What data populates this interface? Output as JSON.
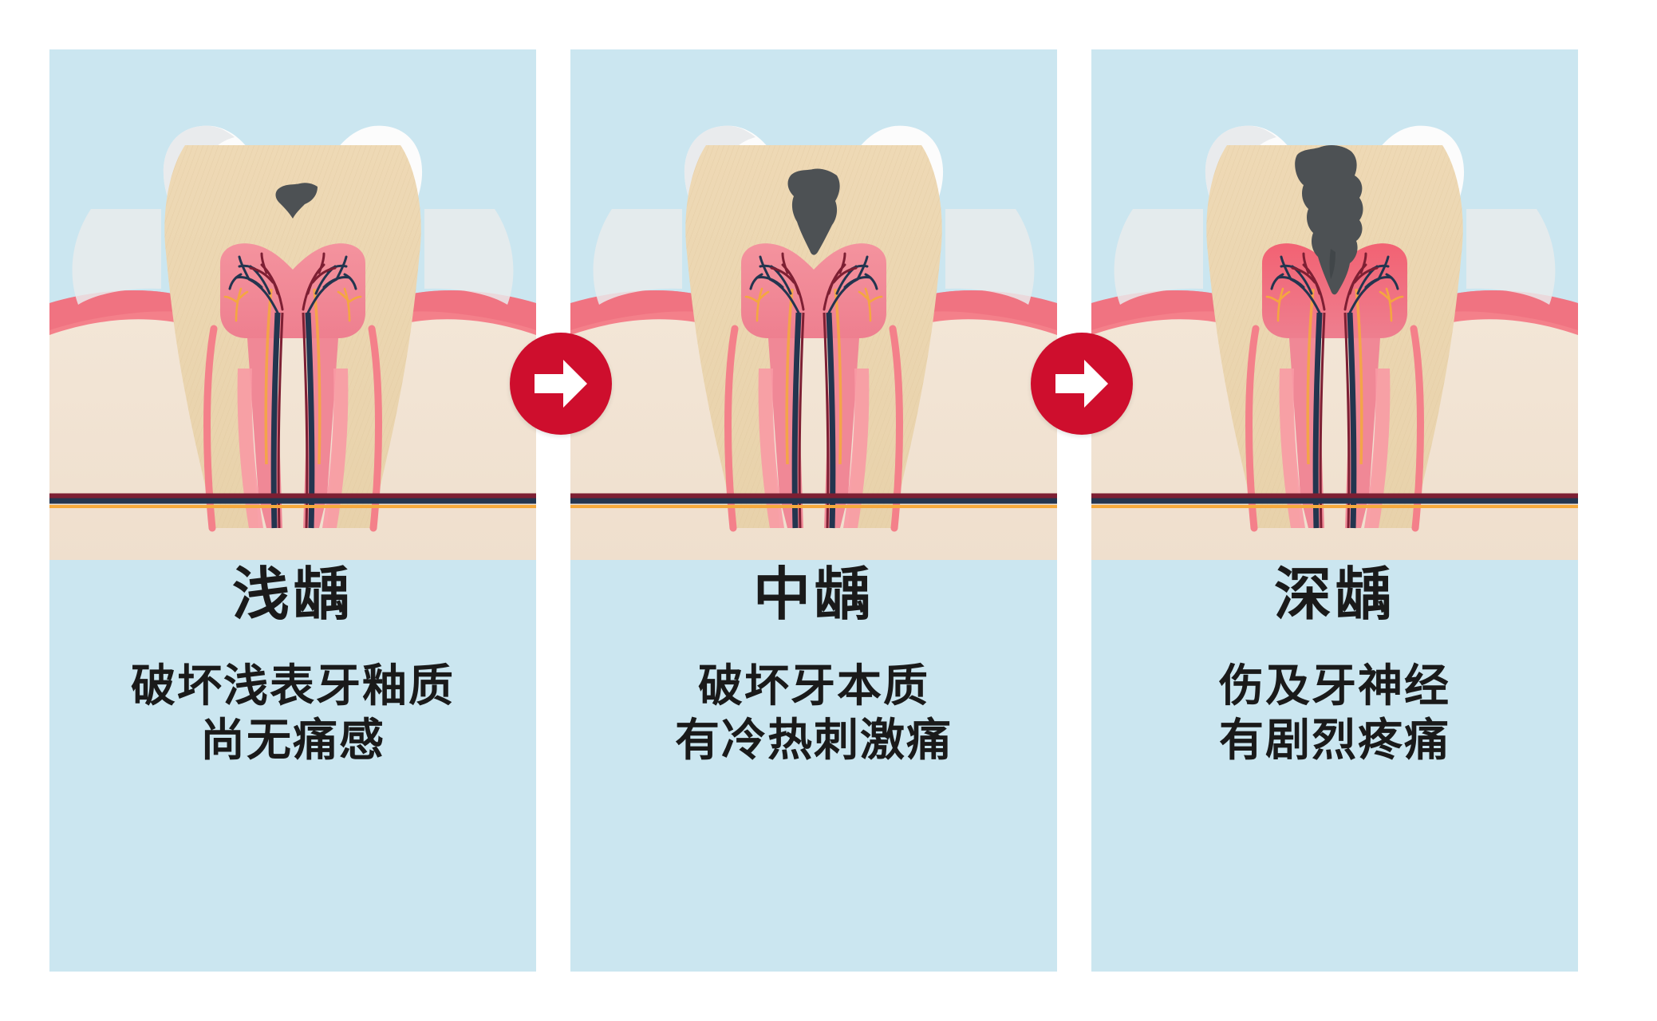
{
  "colors": {
    "panel_bg": "#cbe6f0",
    "page_bg": "#ffffff",
    "arrow_red": "#ce0e2d",
    "gum_pink": "#f4808a",
    "bone_cream": "#f0e2d2",
    "dentin_tan": "#ebd5b0",
    "pulp_pink": "#f08896",
    "enamel_white": "#fcfcfc",
    "enamel_shadow": "#e4e6e8",
    "caries_dark": "#4d5154",
    "vessel_navy": "#23354f",
    "vessel_maroon": "#7d1f33",
    "nerve_orange": "#f5a93c",
    "text_black": "#1a1a1a"
  },
  "panels": [
    {
      "id": "shallow-caries",
      "title": "浅龋",
      "desc_lines": [
        "破坏浅表牙釉质",
        "尚无痛感"
      ],
      "caries_depth": "enamel-only",
      "illustration": "molar-cross-section-with-small-surface-cavity"
    },
    {
      "id": "moderate-caries",
      "title": "中龋",
      "desc_lines": [
        "破坏牙本质",
        "有冷热刺激痛"
      ],
      "caries_depth": "into-dentin",
      "illustration": "molar-cross-section-with-medium-cavity"
    },
    {
      "id": "deep-caries",
      "title": "深龋",
      "desc_lines": [
        "伤及牙神经",
        "有剧烈疼痛"
      ],
      "caries_depth": "reaching-pulp",
      "illustration": "molar-cross-section-with-deep-cavity-reaching-pulp"
    }
  ],
  "arrows": [
    {
      "id": "arrow-stage-1-to-2",
      "icon": "arrow-right-icon"
    },
    {
      "id": "arrow-stage-2-to-3",
      "icon": "arrow-right-icon"
    }
  ]
}
